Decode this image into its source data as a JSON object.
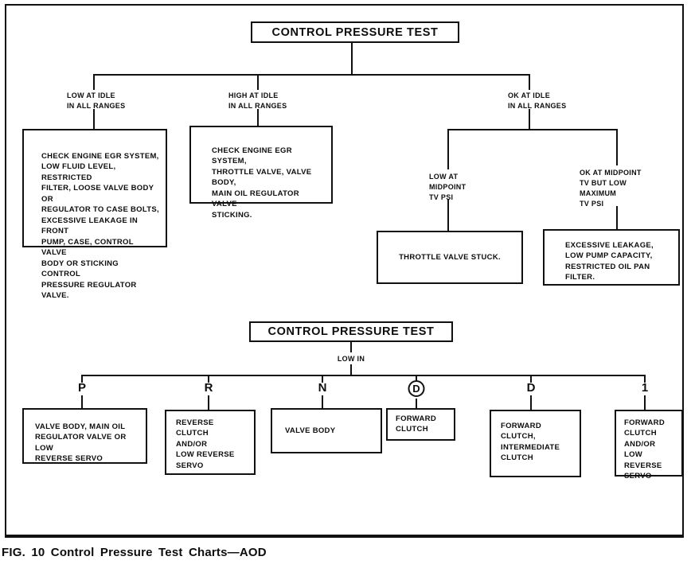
{
  "figure_caption": "FIG. 10  Control Pressure Test Charts—AOD",
  "chart_top": {
    "title": "CONTROL PRESSURE TEST",
    "branch_low": {
      "label": "LOW AT IDLE\nIN ALL RANGES",
      "result": "CHECK ENGINE EGR SYSTEM,\nLOW FLUID LEVEL, RESTRICTED\nFILTER, LOOSE VALVE BODY OR\nREGULATOR TO CASE BOLTS,\nEXCESSIVE LEAKAGE IN FRONT\nPUMP, CASE, CONTROL VALVE\nBODY OR STICKING CONTROL\nPRESSURE REGULATOR VALVE."
    },
    "branch_high": {
      "label": "HIGH AT IDLE\nIN ALL RANGES",
      "result": "CHECK ENGINE EGR SYSTEM,\nTHROTTLE VALVE, VALVE BODY,\nMAIN OIL REGULATOR VALVE\nSTICKING."
    },
    "branch_ok": {
      "label": "OK AT IDLE\nIN ALL RANGES",
      "sub_low": {
        "label": "LOW AT\nMIDPOINT\nTV PSI",
        "result": "THROTTLE VALVE STUCK."
      },
      "sub_ok": {
        "label": "OK AT MIDPOINT\nTV BUT LOW\nMAXIMUM\nTV PSI",
        "result": "EXCESSIVE LEAKAGE,\nLOW PUMP CAPACITY,\nRESTRICTED OIL PAN\nFILTER."
      }
    }
  },
  "chart_bottom": {
    "title": "CONTROL PRESSURE TEST",
    "condition": "LOW IN",
    "gears": {
      "p": {
        "label": "P",
        "result": "VALVE BODY, MAIN OIL\nREGULATOR VALVE OR LOW\nREVERSE SERVO"
      },
      "r": {
        "label": "R",
        "result": "REVERSE\nCLUTCH\nAND/OR\nLOW REVERSE\nSERVO"
      },
      "n": {
        "label": "N",
        "result": "VALVE BODY"
      },
      "d_circled": {
        "label": "D",
        "result": "FORWARD\nCLUTCH"
      },
      "d": {
        "label": "D",
        "result": "FORWARD\nCLUTCH,\nINTERMEDIATE\nCLUTCH"
      },
      "one": {
        "label": "1",
        "result": "FORWARD\nCLUTCH\nAND/OR\nLOW REVERSE\nSERVO"
      }
    }
  }
}
